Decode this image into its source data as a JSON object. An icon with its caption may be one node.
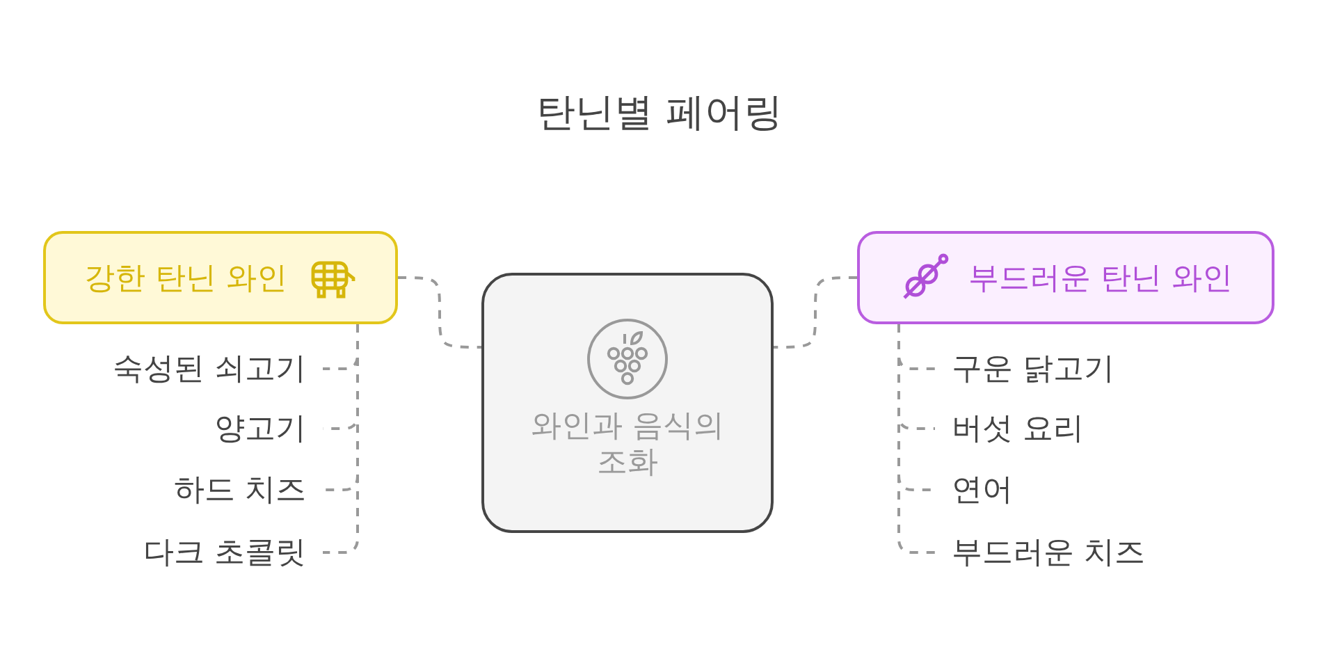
{
  "diagram": {
    "title": "탄닌별 페어링",
    "nodes": [
      {
        "text": [
          "와인과 음식의 조화"
        ]
      },
      {
        "text": [
          "강한 탄닌 와인"
        ]
      },
      {
        "text": [
          "부드러운 탄닌 와인"
        ]
      },
      {
        "text": [
          "숙성된 쇠고기"
        ]
      },
      {
        "text": [
          "양고기"
        ]
      },
      {
        "text": [
          "하드 치즈"
        ]
      },
      {
        "text": [
          "다크 초콜릿"
        ]
      },
      {
        "text": [
          "구운 닭고기"
        ]
      },
      {
        "text": [
          "버섯 요리"
        ]
      },
      {
        "text": [
          "연어"
        ]
      },
      {
        "text": [
          "부드러운 치즈"
        ]
      }
    ],
    "edges": [
      {
        "from": 1,
        "to": 0,
        "arrow": "none"
      },
      {
        "from": 2,
        "to": 0,
        "arrow": "none"
      },
      {
        "from": 1,
        "to": 3,
        "arrow": "none"
      },
      {
        "from": 1,
        "to": 4,
        "arrow": "none"
      },
      {
        "from": 1,
        "to": 5,
        "arrow": "none"
      },
      {
        "from": 1,
        "to": 6,
        "arrow": "none"
      },
      {
        "from": 2,
        "to": 7,
        "arrow": "none"
      },
      {
        "from": 2,
        "to": 8,
        "arrow": "none"
      },
      {
        "from": 2,
        "to": 9,
        "arrow": "none"
      },
      {
        "from": 2,
        "to": 10,
        "arrow": "none"
      }
    ]
  }
}
